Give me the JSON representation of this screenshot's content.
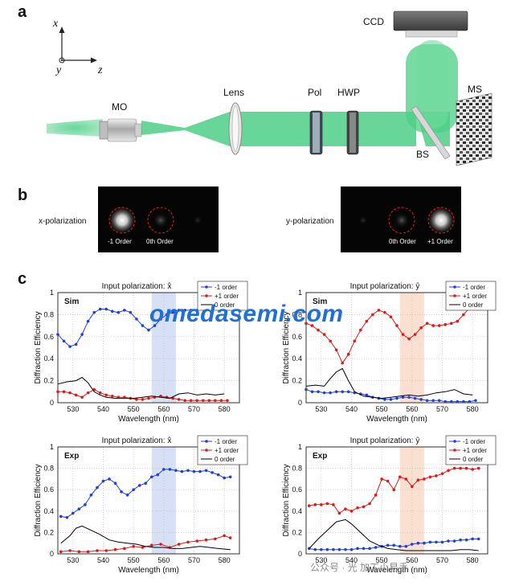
{
  "panels": {
    "a": "a",
    "b": "b",
    "c": "c"
  },
  "axes": {
    "x": "x",
    "y": "y",
    "z": "z"
  },
  "optics": {
    "mo": "MO",
    "lens": "Lens",
    "pol": "Pol",
    "hwp": "HWP",
    "ccd": "CCD",
    "ms": "MS",
    "bs": "BS"
  },
  "panel_b": {
    "left": {
      "label": "x-polarization",
      "spot1": "-1 Order",
      "spot2": "0th Order"
    },
    "right": {
      "label": "y-polarization",
      "spot1": "0th Order",
      "spot2": "+1 Order"
    }
  },
  "watermark": "omedasemi.com",
  "footer_watermark": "公众号 · 光 加工小易手",
  "colors": {
    "blue": "#1f3fdc",
    "red": "#e01818",
    "black": "#000000",
    "band_blue": "#c9d6f2",
    "band_orange": "#f8d6c2",
    "beam": "#4ccf86"
  },
  "chart_data": [
    {
      "type": "line",
      "title": "Input polarization: x̂",
      "panel_tag": "Sim",
      "xlabel": "Wavelength (nm)",
      "ylabel": "Diffraction Efficiency",
      "xlim": [
        525,
        585
      ],
      "ylim": [
        0,
        1
      ],
      "xticks": [
        530,
        540,
        550,
        560,
        570,
        580
      ],
      "yticks": [
        "0",
        "0.2",
        "0.4",
        "0.6",
        "0.8",
        "1"
      ],
      "band": [
        556,
        564
      ],
      "band_color": "#c9d6f2",
      "legend_loc": "top-right",
      "grid": true,
      "series": [
        {
          "name": "-1 order",
          "color": "#1f3fdc",
          "marker": true,
          "x": [
            525,
            527,
            529,
            531,
            533,
            535,
            537,
            539,
            541,
            543,
            545,
            547,
            549,
            551,
            553,
            555,
            557,
            559,
            561,
            563,
            565,
            567,
            569,
            571,
            573,
            575,
            577,
            579,
            581
          ],
          "y": [
            0.62,
            0.56,
            0.51,
            0.53,
            0.62,
            0.74,
            0.82,
            0.85,
            0.85,
            0.83,
            0.82,
            0.84,
            0.82,
            0.76,
            0.7,
            0.66,
            0.7,
            0.76,
            0.8,
            0.82,
            0.84,
            0.84,
            0.84,
            0.84,
            0.85,
            0.86,
            0.87,
            0.87,
            0.87
          ]
        },
        {
          "name": "+1 order",
          "color": "#e01818",
          "marker": true,
          "x": [
            525,
            527,
            529,
            531,
            533,
            535,
            537,
            539,
            541,
            543,
            545,
            547,
            549,
            551,
            553,
            555,
            557,
            559,
            561,
            563,
            565,
            567,
            569,
            571,
            573,
            575,
            577,
            579,
            581
          ],
          "y": [
            0.1,
            0.1,
            0.09,
            0.07,
            0.05,
            0.09,
            0.12,
            0.09,
            0.07,
            0.06,
            0.05,
            0.05,
            0.04,
            0.03,
            0.03,
            0.04,
            0.05,
            0.06,
            0.05,
            0.04,
            0.03,
            0.02,
            0.02,
            0.02,
            0.02,
            0.02,
            0.02,
            0.02,
            0.02
          ]
        },
        {
          "name": "0 order",
          "color": "#000000",
          "marker": false,
          "x": [
            525,
            528,
            531,
            533,
            535,
            537,
            539,
            541,
            544,
            547,
            550,
            553,
            556,
            559,
            562,
            565,
            568,
            571,
            574,
            577,
            580
          ],
          "y": [
            0.17,
            0.19,
            0.2,
            0.23,
            0.18,
            0.1,
            0.07,
            0.05,
            0.04,
            0.04,
            0.04,
            0.05,
            0.06,
            0.05,
            0.04,
            0.08,
            0.09,
            0.07,
            0.08,
            0.07,
            0.08
          ]
        }
      ]
    },
    {
      "type": "line",
      "title": "Input polarization: ŷ",
      "panel_tag": "Sim",
      "xlabel": "Wavelength (nm)",
      "ylabel": "Diffraction Efficiency",
      "xlim": [
        525,
        585
      ],
      "ylim": [
        0,
        1
      ],
      "xticks": [
        530,
        540,
        550,
        560,
        570,
        580
      ],
      "yticks": [
        "0",
        "0.2",
        "0.4",
        "0.6",
        "0.8",
        "1"
      ],
      "band": [
        556,
        564
      ],
      "band_color": "#f8d6c2",
      "legend_loc": "top-right",
      "grid": true,
      "series": [
        {
          "name": "-1 order",
          "color": "#1f3fdc",
          "marker": true,
          "x": [
            525,
            527,
            529,
            531,
            533,
            535,
            537,
            539,
            541,
            543,
            545,
            547,
            549,
            551,
            553,
            555,
            557,
            559,
            561,
            563,
            565,
            567,
            569,
            571,
            573,
            575,
            577,
            579,
            581
          ],
          "y": [
            0.12,
            0.1,
            0.1,
            0.09,
            0.09,
            0.1,
            0.1,
            0.1,
            0.09,
            0.08,
            0.07,
            0.05,
            0.04,
            0.03,
            0.03,
            0.04,
            0.05,
            0.05,
            0.04,
            0.03,
            0.02,
            0.02,
            0.02,
            0.01,
            0.01,
            0.01,
            0.01,
            0.01,
            0.02
          ]
        },
        {
          "name": "+1 order",
          "color": "#e01818",
          "marker": true,
          "x": [
            525,
            527,
            529,
            531,
            533,
            535,
            537,
            539,
            541,
            543,
            545,
            547,
            549,
            551,
            553,
            555,
            557,
            559,
            561,
            563,
            565,
            567,
            569,
            571,
            573,
            575,
            577,
            579,
            581
          ],
          "y": [
            0.72,
            0.7,
            0.66,
            0.62,
            0.56,
            0.48,
            0.36,
            0.44,
            0.56,
            0.66,
            0.74,
            0.8,
            0.84,
            0.82,
            0.78,
            0.7,
            0.62,
            0.58,
            0.62,
            0.68,
            0.72,
            0.7,
            0.7,
            0.71,
            0.72,
            0.74,
            0.8,
            0.86,
            0.86
          ]
        },
        {
          "name": "0 order",
          "color": "#000000",
          "marker": false,
          "x": [
            525,
            528,
            531,
            533,
            535,
            537,
            539,
            541,
            544,
            547,
            550,
            553,
            556,
            559,
            562,
            565,
            568,
            571,
            574,
            577,
            580
          ],
          "y": [
            0.15,
            0.16,
            0.15,
            0.22,
            0.28,
            0.31,
            0.2,
            0.1,
            0.06,
            0.05,
            0.04,
            0.05,
            0.06,
            0.07,
            0.06,
            0.07,
            0.09,
            0.1,
            0.12,
            0.08,
            0.07
          ]
        }
      ]
    },
    {
      "type": "line",
      "title": "Input polarization: x̂",
      "panel_tag": "Exp",
      "xlabel": "Wavelength (nm)",
      "ylabel": "Diffraction Efficiency",
      "xlim": [
        525,
        585
      ],
      "ylim": [
        0,
        1
      ],
      "xticks": [
        530,
        540,
        550,
        560,
        570,
        580
      ],
      "yticks": [
        "0",
        "0.2",
        "0.4",
        "0.6",
        "0.8",
        "1"
      ],
      "band": [
        556,
        564
      ],
      "band_color": "#c9d6f2",
      "legend_loc": "top-right",
      "grid": true,
      "series": [
        {
          "name": "-1 order",
          "color": "#1f3fdc",
          "marker": true,
          "x": [
            526,
            528,
            530,
            532,
            534,
            536,
            538,
            540,
            542,
            544,
            546,
            548,
            550,
            552,
            554,
            556,
            558,
            560,
            562,
            564,
            566,
            568,
            570,
            572,
            574,
            576,
            578,
            580,
            582
          ],
          "y": [
            0.35,
            0.34,
            0.38,
            0.42,
            0.46,
            0.55,
            0.62,
            0.68,
            0.7,
            0.66,
            0.58,
            0.55,
            0.6,
            0.64,
            0.66,
            0.72,
            0.74,
            0.79,
            0.79,
            0.78,
            0.77,
            0.78,
            0.77,
            0.77,
            0.78,
            0.76,
            0.74,
            0.71,
            0.72
          ]
        },
        {
          "name": "+1 order",
          "color": "#e01818",
          "marker": true,
          "x": [
            526,
            529,
            532,
            535,
            538,
            541,
            544,
            547,
            550,
            553,
            556,
            559,
            562,
            565,
            568,
            571,
            574,
            577,
            580,
            582
          ],
          "y": [
            0.02,
            0.03,
            0.02,
            0.02,
            0.03,
            0.03,
            0.04,
            0.05,
            0.07,
            0.06,
            0.08,
            0.09,
            0.06,
            0.09,
            0.11,
            0.12,
            0.13,
            0.14,
            0.17,
            0.15
          ]
        },
        {
          "name": "0 order",
          "color": "#000000",
          "marker": false,
          "x": [
            526,
            529,
            531,
            533,
            536,
            539,
            542,
            545,
            548,
            551,
            554,
            557,
            560,
            563,
            566,
            569,
            572,
            575,
            578,
            582
          ],
          "y": [
            0.1,
            0.17,
            0.24,
            0.26,
            0.22,
            0.18,
            0.13,
            0.11,
            0.1,
            0.09,
            0.07,
            0.06,
            0.06,
            0.05,
            0.05,
            0.06,
            0.07,
            0.06,
            0.05,
            0.04
          ]
        }
      ]
    },
    {
      "type": "line",
      "title": "Input polarization: ŷ",
      "panel_tag": "Exp",
      "xlabel": "Wavelength (nm)",
      "ylabel": "Diffraction Efficiency",
      "xlim": [
        525,
        585
      ],
      "ylim": [
        0,
        1
      ],
      "xticks": [
        530,
        540,
        550,
        560,
        570,
        580
      ],
      "yticks": [
        "0",
        "0.2",
        "0.4",
        "0.6",
        "0.8",
        "1"
      ],
      "band": [
        556,
        564
      ],
      "band_color": "#f8d6c2",
      "legend_loc": "top-right",
      "grid": true,
      "series": [
        {
          "name": "-1 order",
          "color": "#1f3fdc",
          "marker": true,
          "x": [
            526,
            528,
            530,
            532,
            534,
            536,
            538,
            540,
            542,
            544,
            546,
            548,
            550,
            552,
            554,
            556,
            558,
            560,
            562,
            564,
            566,
            568,
            570,
            572,
            574,
            576,
            578,
            580,
            582
          ],
          "y": [
            0.05,
            0.04,
            0.04,
            0.04,
            0.04,
            0.04,
            0.04,
            0.04,
            0.05,
            0.05,
            0.05,
            0.06,
            0.07,
            0.08,
            0.08,
            0.07,
            0.07,
            0.09,
            0.1,
            0.1,
            0.11,
            0.11,
            0.11,
            0.12,
            0.12,
            0.13,
            0.13,
            0.14,
            0.14
          ]
        },
        {
          "name": "+1 order",
          "color": "#e01818",
          "marker": true,
          "x": [
            526,
            528,
            530,
            532,
            534,
            536,
            538,
            540,
            542,
            544,
            546,
            548,
            550,
            552,
            554,
            556,
            558,
            560,
            562,
            564,
            566,
            568,
            570,
            572,
            574,
            576,
            578,
            580,
            582
          ],
          "y": [
            0.45,
            0.46,
            0.46,
            0.47,
            0.46,
            0.38,
            0.42,
            0.4,
            0.43,
            0.44,
            0.47,
            0.55,
            0.7,
            0.68,
            0.6,
            0.72,
            0.7,
            0.63,
            0.69,
            0.7,
            0.72,
            0.73,
            0.75,
            0.78,
            0.8,
            0.8,
            0.8,
            0.79,
            0.8
          ]
        },
        {
          "name": "0 order",
          "color": "#000000",
          "marker": false,
          "x": [
            526,
            529,
            532,
            535,
            538,
            540,
            543,
            546,
            549,
            552,
            555,
            558,
            561,
            564,
            567,
            570,
            573,
            576,
            579,
            582
          ],
          "y": [
            0.05,
            0.14,
            0.22,
            0.3,
            0.32,
            0.28,
            0.2,
            0.12,
            0.08,
            0.05,
            0.04,
            0.03,
            0.03,
            0.03,
            0.03,
            0.03,
            0.03,
            0.04,
            0.04,
            0.03
          ]
        }
      ]
    }
  ]
}
